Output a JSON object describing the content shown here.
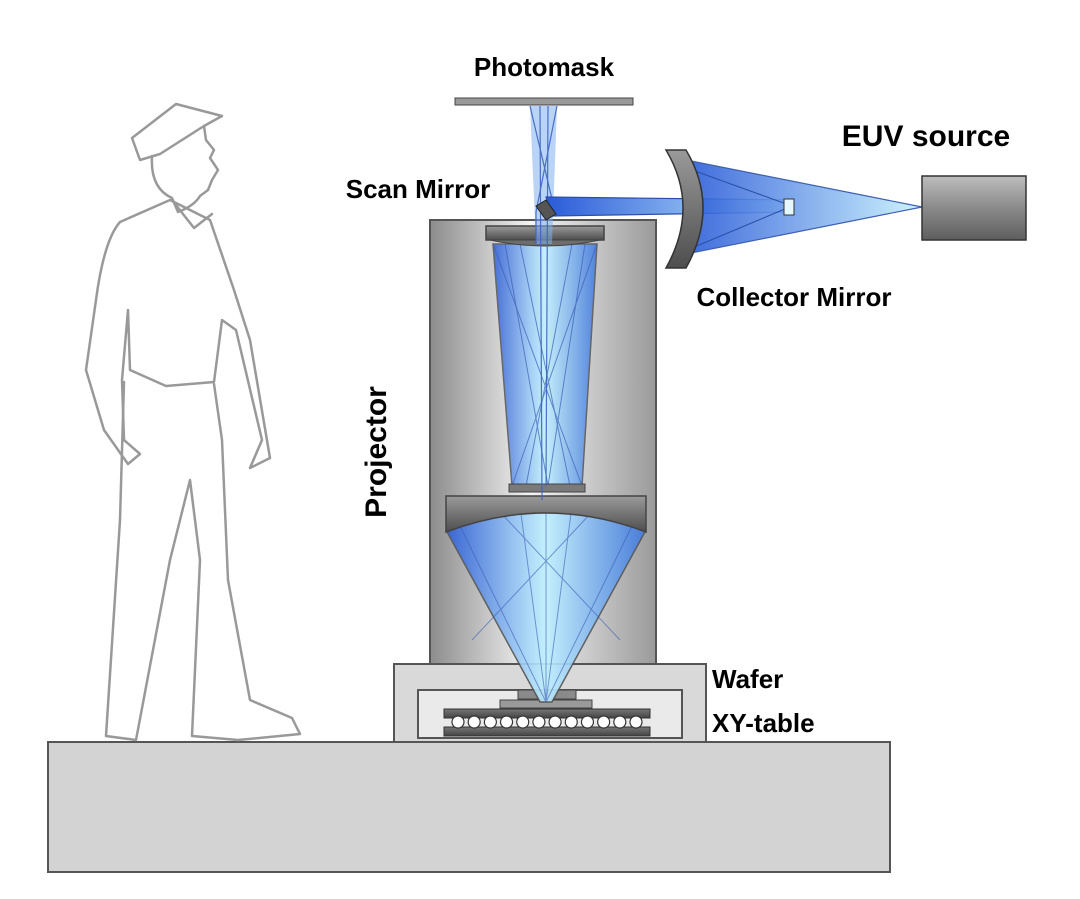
{
  "labels": {
    "photomask": "Photomask",
    "euv_source": "EUV source",
    "scan_mirror": "Scan Mirror",
    "collector_mirror": "Collector Mirror",
    "projector": "Projector",
    "wafer": "Wafer",
    "xy_table": "XY-table"
  },
  "colors": {
    "beam_dark": "#2a5bd8",
    "beam_light": "#c9f2ff",
    "housing_dark": "#8a8a8a",
    "housing_light": "#f2f2f2",
    "base_fill": "#d3d3d3",
    "outline": "#555555",
    "figure_line": "#999999"
  },
  "xy_table_balls": 12
}
